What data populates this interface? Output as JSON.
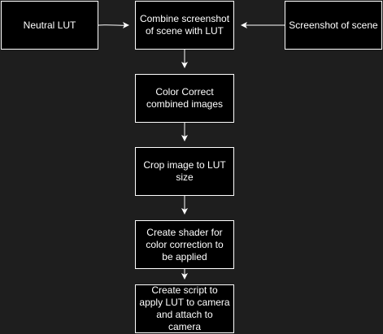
{
  "diagram": {
    "colors": {
      "background": "#1e1e1e",
      "node_fill": "#000000",
      "node_stroke": "#ffffff",
      "text": "#ffffff",
      "edge": "#ffffff"
    },
    "nodes": {
      "neutral_lut": {
        "label": "Neutral LUT"
      },
      "combine": {
        "label": "Combine screenshot of scene with LUT"
      },
      "screenshot": {
        "label": "Screenshot of scene"
      },
      "color_correct": {
        "label": "Color Correct combined images"
      },
      "crop": {
        "label": "Crop image to LUT size"
      },
      "shader": {
        "label": "Create shader for color correction to be applied"
      },
      "script": {
        "label": "Create script to apply LUT to camera and attach to camera"
      }
    },
    "edges": [
      {
        "from": "neutral_lut",
        "to": "combine"
      },
      {
        "from": "screenshot",
        "to": "combine"
      },
      {
        "from": "combine",
        "to": "color_correct"
      },
      {
        "from": "color_correct",
        "to": "crop"
      },
      {
        "from": "crop",
        "to": "shader"
      },
      {
        "from": "shader",
        "to": "script"
      }
    ]
  }
}
